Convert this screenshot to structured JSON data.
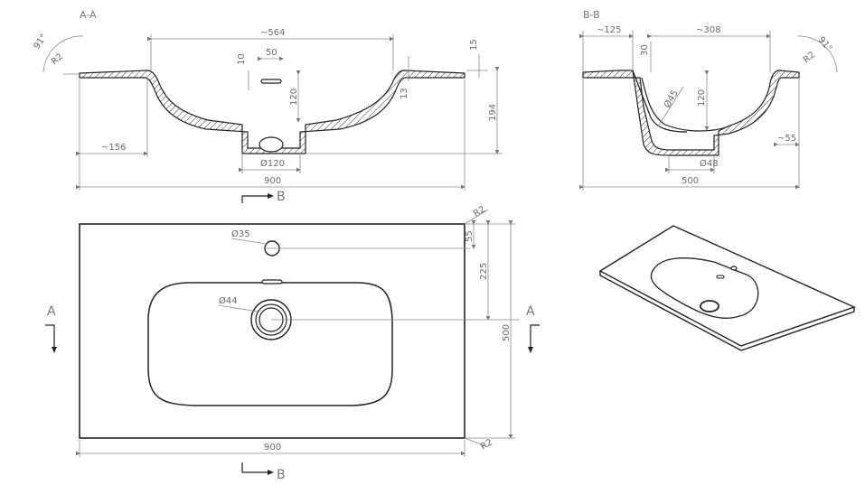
{
  "sections": {
    "aa_title": "A-A",
    "bb_title": "B-B",
    "cut_a": "A",
    "cut_b": "B"
  },
  "dims_aa": {
    "angle": "91°",
    "radius": "R2",
    "top_width": "~564",
    "overflow_w": "50",
    "overflow_h": "10",
    "rim": "15",
    "depth_overflow": "120",
    "bowl_depth": "13",
    "total_height": "194",
    "left_offset": "~156",
    "drain": "Ø120",
    "overall_width": "900"
  },
  "dims_bb": {
    "left": "~125",
    "top_width": "~308",
    "overflow_offset": "30",
    "hole": "Ø45",
    "depth": "120",
    "angle": "91°",
    "radius": "R2",
    "right_offset": "~55",
    "drain": "Ø48",
    "overall_depth": "500"
  },
  "dims_plan": {
    "tap_hole": "Ø35",
    "drain_hole": "Ø44",
    "top_offset": "55",
    "center_offset": "225",
    "depth": "500",
    "width": "900",
    "radius_top": "R2",
    "radius_bottom": "R2"
  }
}
